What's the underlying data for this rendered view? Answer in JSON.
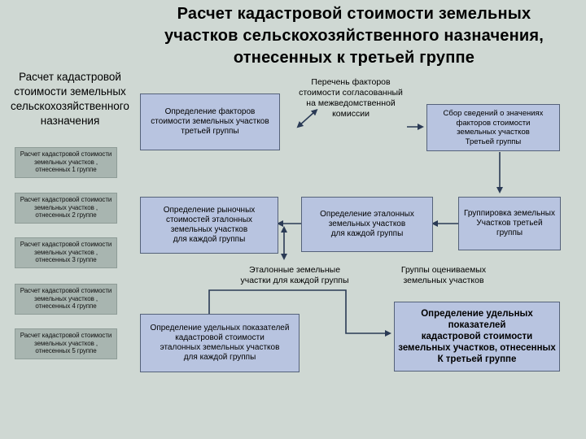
{
  "title": {
    "line1": "Расчет кадастровой стоимости земельных",
    "line2": "участков сельскохозяйственного назначения,",
    "line3": "отнесенных к третьей группе"
  },
  "sidebar": {
    "title_lines": [
      "Расчет кадастровой",
      "стоимости земельных",
      "сельскохозяйственного",
      "назначения"
    ],
    "items": [
      {
        "lines": [
          "Расчет кадастровой стоимости",
          "земельных участков ,",
          "отнесенных 1 группе"
        ]
      },
      {
        "lines": [
          "Расчет кадастровой стоимости",
          "земельных участков ,",
          "отнесенных 2 группе"
        ]
      },
      {
        "lines": [
          "Расчет кадастровой стоимости",
          "земельных участков ,",
          "отнесенных 3 группе"
        ]
      },
      {
        "lines": [
          "Расчет кадастровой стоимости",
          "земельных участков ,",
          "отнесенных 4 группе"
        ]
      },
      {
        "lines": [
          "Расчет кадастровой стоимости",
          "земельных участков ,",
          "отнесенных 5 группе"
        ]
      }
    ]
  },
  "nodes": {
    "factors_def": [
      "Определение факторов",
      "стоимости земельных участков",
      "третьей группы"
    ],
    "factors_list": [
      "Перечень факторов",
      "стоимости согласованный",
      "на межведомственной",
      "комиссии"
    ],
    "collect_info": [
      "Сбор сведений о значениях",
      "факторов стоимости",
      "земельных участков",
      "Третьей группы"
    ],
    "market_values": [
      "Определение рыночных",
      "стоимостей эталонных",
      "земельных участков",
      "для каждой группы"
    ],
    "reference_def": [
      "Определение эталонных",
      "земельных участков",
      "для каждой группы"
    ],
    "grouping": [
      "Группировка земельных",
      "Участков третьей группы"
    ],
    "reference_plots": [
      "Эталонные земельные",
      "участки для каждой группы"
    ],
    "valued_groups": [
      "Группы оцениваемых",
      "земельных участков"
    ],
    "specific_reference": [
      "Определение удельных показателей",
      "кадастровой стоимости",
      "эталонных земельных участков",
      "для каждой группы"
    ],
    "specific_final": [
      "Определение удельных",
      "показателей",
      "кадастровой стоимости",
      "земельных участков, отнесенных",
      "К третьей группе"
    ]
  }
}
